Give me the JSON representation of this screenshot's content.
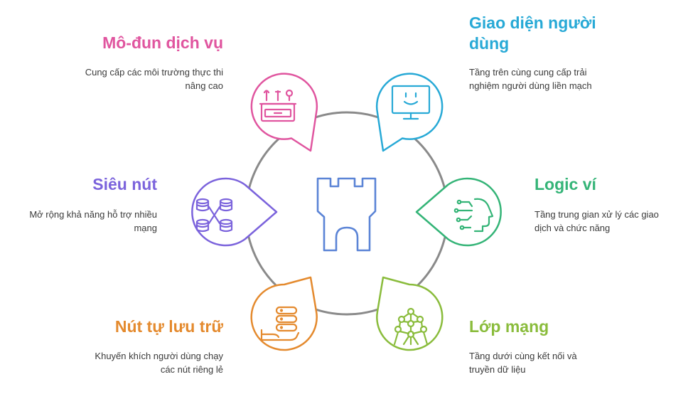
{
  "colors": {
    "ring": "#8a8a8a",
    "center": "#5b84d6",
    "service": "#e0559f",
    "ui": "#27a9d6",
    "wallet": "#34b477",
    "supernode": "#7b63dc",
    "storage": "#e48a2e",
    "network": "#8abc3c"
  },
  "center": {
    "icon": "castle-tower-icon"
  },
  "items": [
    {
      "key": "service",
      "icon": "toolbox-icon",
      "title": "Mô-đun dịch vụ",
      "desc": "Cung cấp các môi trường thực thi nâng cao"
    },
    {
      "key": "ui",
      "icon": "monitor-smile-icon",
      "title": "Giao diện người dùng",
      "desc": "Tầng trên cùng cung cấp trải nghiệm người dùng liền mạch"
    },
    {
      "key": "wallet",
      "icon": "ai-head-icon",
      "title": "Logic ví",
      "desc": "Tầng trung gian xử lý các giao dịch và chức năng"
    },
    {
      "key": "supernode",
      "icon": "database-network-icon",
      "title": "Siêu nút",
      "desc": "Mở rộng khả năng hỗ trợ nhiều mạng"
    },
    {
      "key": "storage",
      "icon": "server-hand-icon",
      "title": "Nút tự lưu trữ",
      "desc": "Khuyến khích người dùng chạy các nút riêng lẻ"
    },
    {
      "key": "network",
      "icon": "atomium-network-icon",
      "title": "Lớp mạng",
      "desc": "Tầng dưới cùng kết nối và truyền dữ liệu"
    }
  ]
}
